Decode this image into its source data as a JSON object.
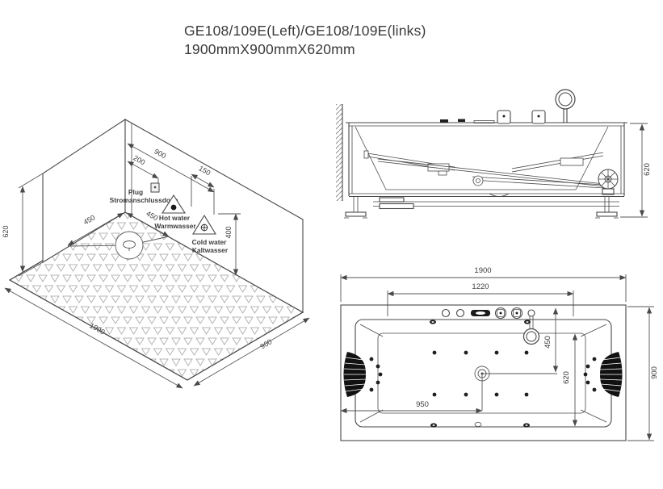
{
  "title": {
    "line1": "GE108/109E(Left)/GE108/109E(links)",
    "line2": "1900mmX900mmX620mm"
  },
  "iso": {
    "dim_620": "620",
    "dim_900_wall": "900",
    "dim_200": "200",
    "dim_150": "150",
    "dim_400": "400",
    "dim_450_a": "450",
    "dim_450_b": "450",
    "dim_1900": "1900",
    "dim_900_floor": "900",
    "plug_en": "Plug",
    "plug_de": "Stromanschlussdose",
    "hot_en": "Hot water",
    "hot_de": "Warmwasser",
    "cold_en": "Cold water",
    "cold_de": "Kaltwasser"
  },
  "side": {
    "dim_620": "620"
  },
  "plan": {
    "dim_1900": "1900",
    "dim_1220": "1220",
    "dim_450": "450",
    "dim_620": "620",
    "dim_950": "950",
    "dim_900": "900"
  },
  "colors": {
    "line": "#474747",
    "dimension": "#555555",
    "tile_outline": "#b5b5b5",
    "pillow": "#111111",
    "text": "#3b3b3b"
  }
}
